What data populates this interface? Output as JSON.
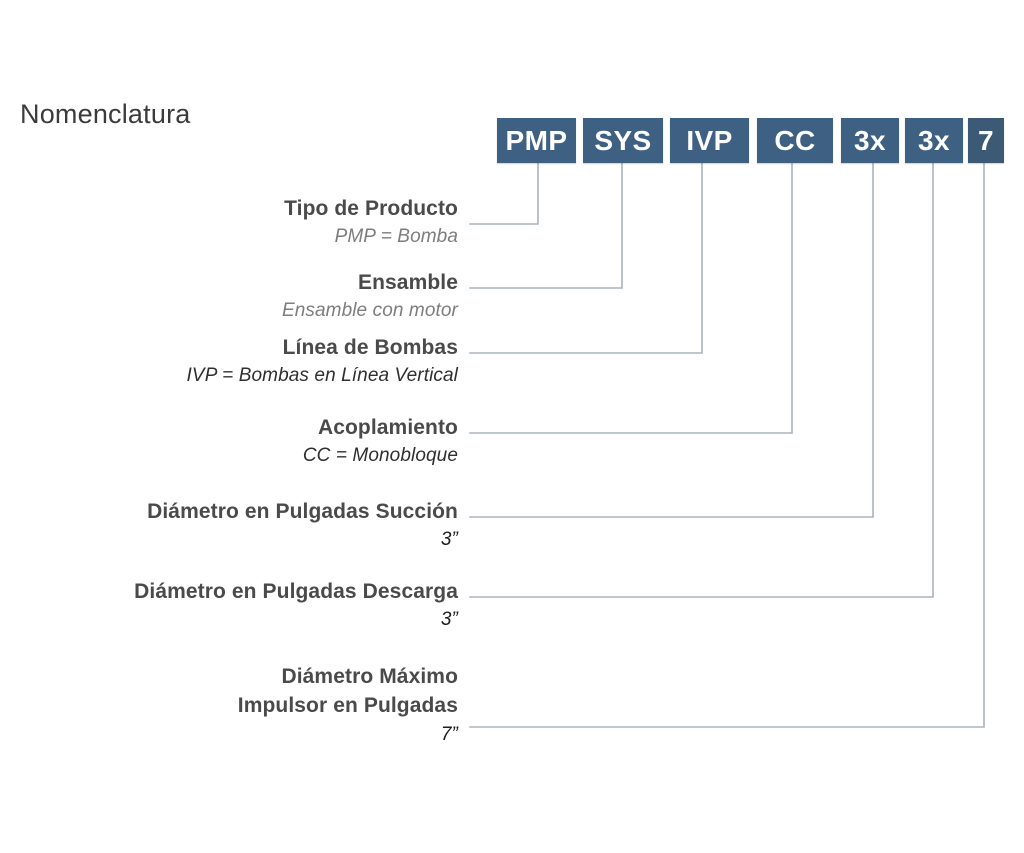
{
  "page": {
    "title": "Nomenclatura",
    "background_color": "#ffffff",
    "accent_color": "#3e6083",
    "title_color": "#3b3b3b",
    "label_color": "#4a4a4a",
    "sublabel_color": "#7d7d7d",
    "connector_color": "#aab4bd"
  },
  "code_boxes": [
    {
      "label": "PMP",
      "key": "product-type"
    },
    {
      "label": "SYS",
      "key": "assembly"
    },
    {
      "label": "IVP",
      "key": "pump-line"
    },
    {
      "label": "CC",
      "key": "coupling"
    },
    {
      "label": "3x",
      "key": "suction-diameter"
    },
    {
      "label": "3x",
      "key": "discharge-diameter"
    },
    {
      "label": "7",
      "key": "max-impeller-diameter"
    }
  ],
  "legend": [
    {
      "key": "product-type",
      "title": "Tipo de Producto",
      "title_line2": "",
      "sub": "PMP = Bomba"
    },
    {
      "key": "assembly",
      "title": "Ensamble",
      "title_line2": "",
      "sub": "Ensamble con motor"
    },
    {
      "key": "pump-line",
      "title": "Línea de Bombas",
      "title_line2": "",
      "sub": "IVP = Bombas en Línea Vertical"
    },
    {
      "key": "coupling",
      "title": "Acoplamiento",
      "title_line2": "",
      "sub": "CC = Monobloque"
    },
    {
      "key": "suction-diameter",
      "title": "Diámetro en Pulgadas Succión",
      "title_line2": "",
      "sub": "3”"
    },
    {
      "key": "discharge-diameter",
      "title": "Diámetro en Pulgadas Descarga",
      "title_line2": "",
      "sub": "3”"
    },
    {
      "key": "max-impeller-diameter",
      "title": "Diámetro Máximo",
      "title_line2": "Impulsor en Pulgadas",
      "sub": "7”"
    }
  ]
}
